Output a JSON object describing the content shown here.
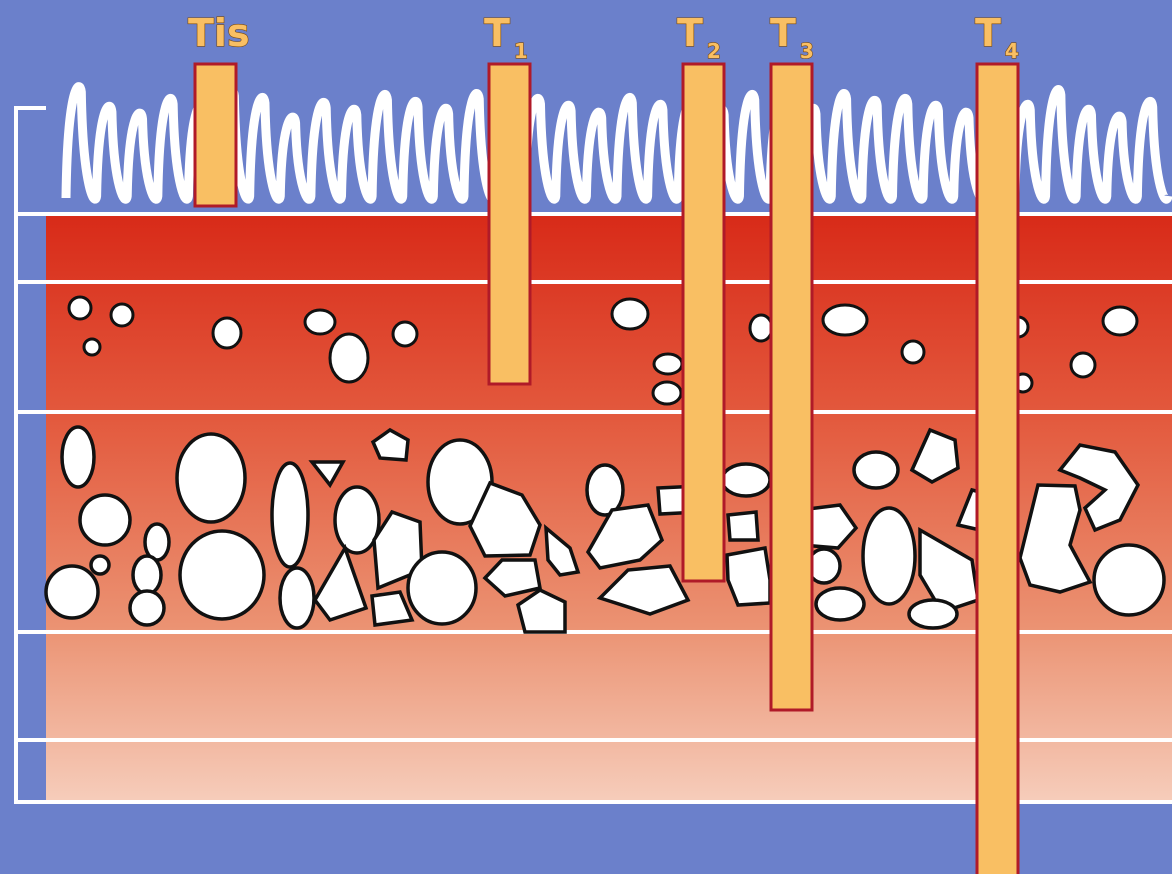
{
  "diagram": {
    "colors": {
      "background": "#6b80cb",
      "bar_fill": "#f9bf63",
      "bar_border": "#b01a28",
      "label_text": "#f9bf63",
      "layer_top": "#d82a18",
      "layer_bottom": "#f6cdbb",
      "outline": "#ffffff"
    },
    "stages": [
      {
        "id": "tis",
        "main": "Tis",
        "sub": ""
      },
      {
        "id": "t1",
        "main": "T",
        "sub": "1"
      },
      {
        "id": "t2",
        "main": "T",
        "sub": "2"
      },
      {
        "id": "t3",
        "main": "T",
        "sub": "3"
      },
      {
        "id": "t4",
        "main": "T",
        "sub": "4"
      }
    ]
  }
}
